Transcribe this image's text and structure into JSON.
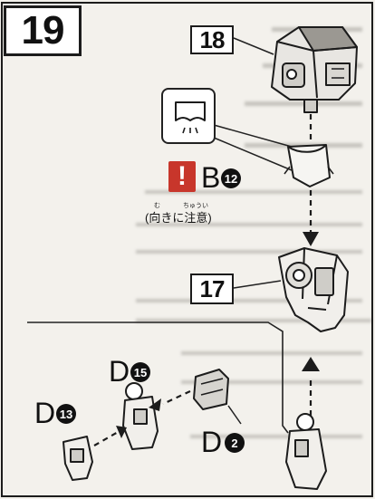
{
  "step": {
    "number": "19"
  },
  "refs": {
    "top_part": "18",
    "body_part": "17"
  },
  "parts": [
    {
      "letter": "B",
      "number": "12"
    },
    {
      "letter": "D",
      "number": "15"
    },
    {
      "letter": "D",
      "number": "13"
    },
    {
      "letter": "D",
      "number": "2"
    }
  ],
  "caution": {
    "icon": "exclamation-icon",
    "mark": "!",
    "text": "(向きに注意)",
    "ruby_1": "む",
    "ruby_2": "ちゅうい"
  },
  "colors": {
    "warning": "#c8362b",
    "ink": "#111111"
  }
}
